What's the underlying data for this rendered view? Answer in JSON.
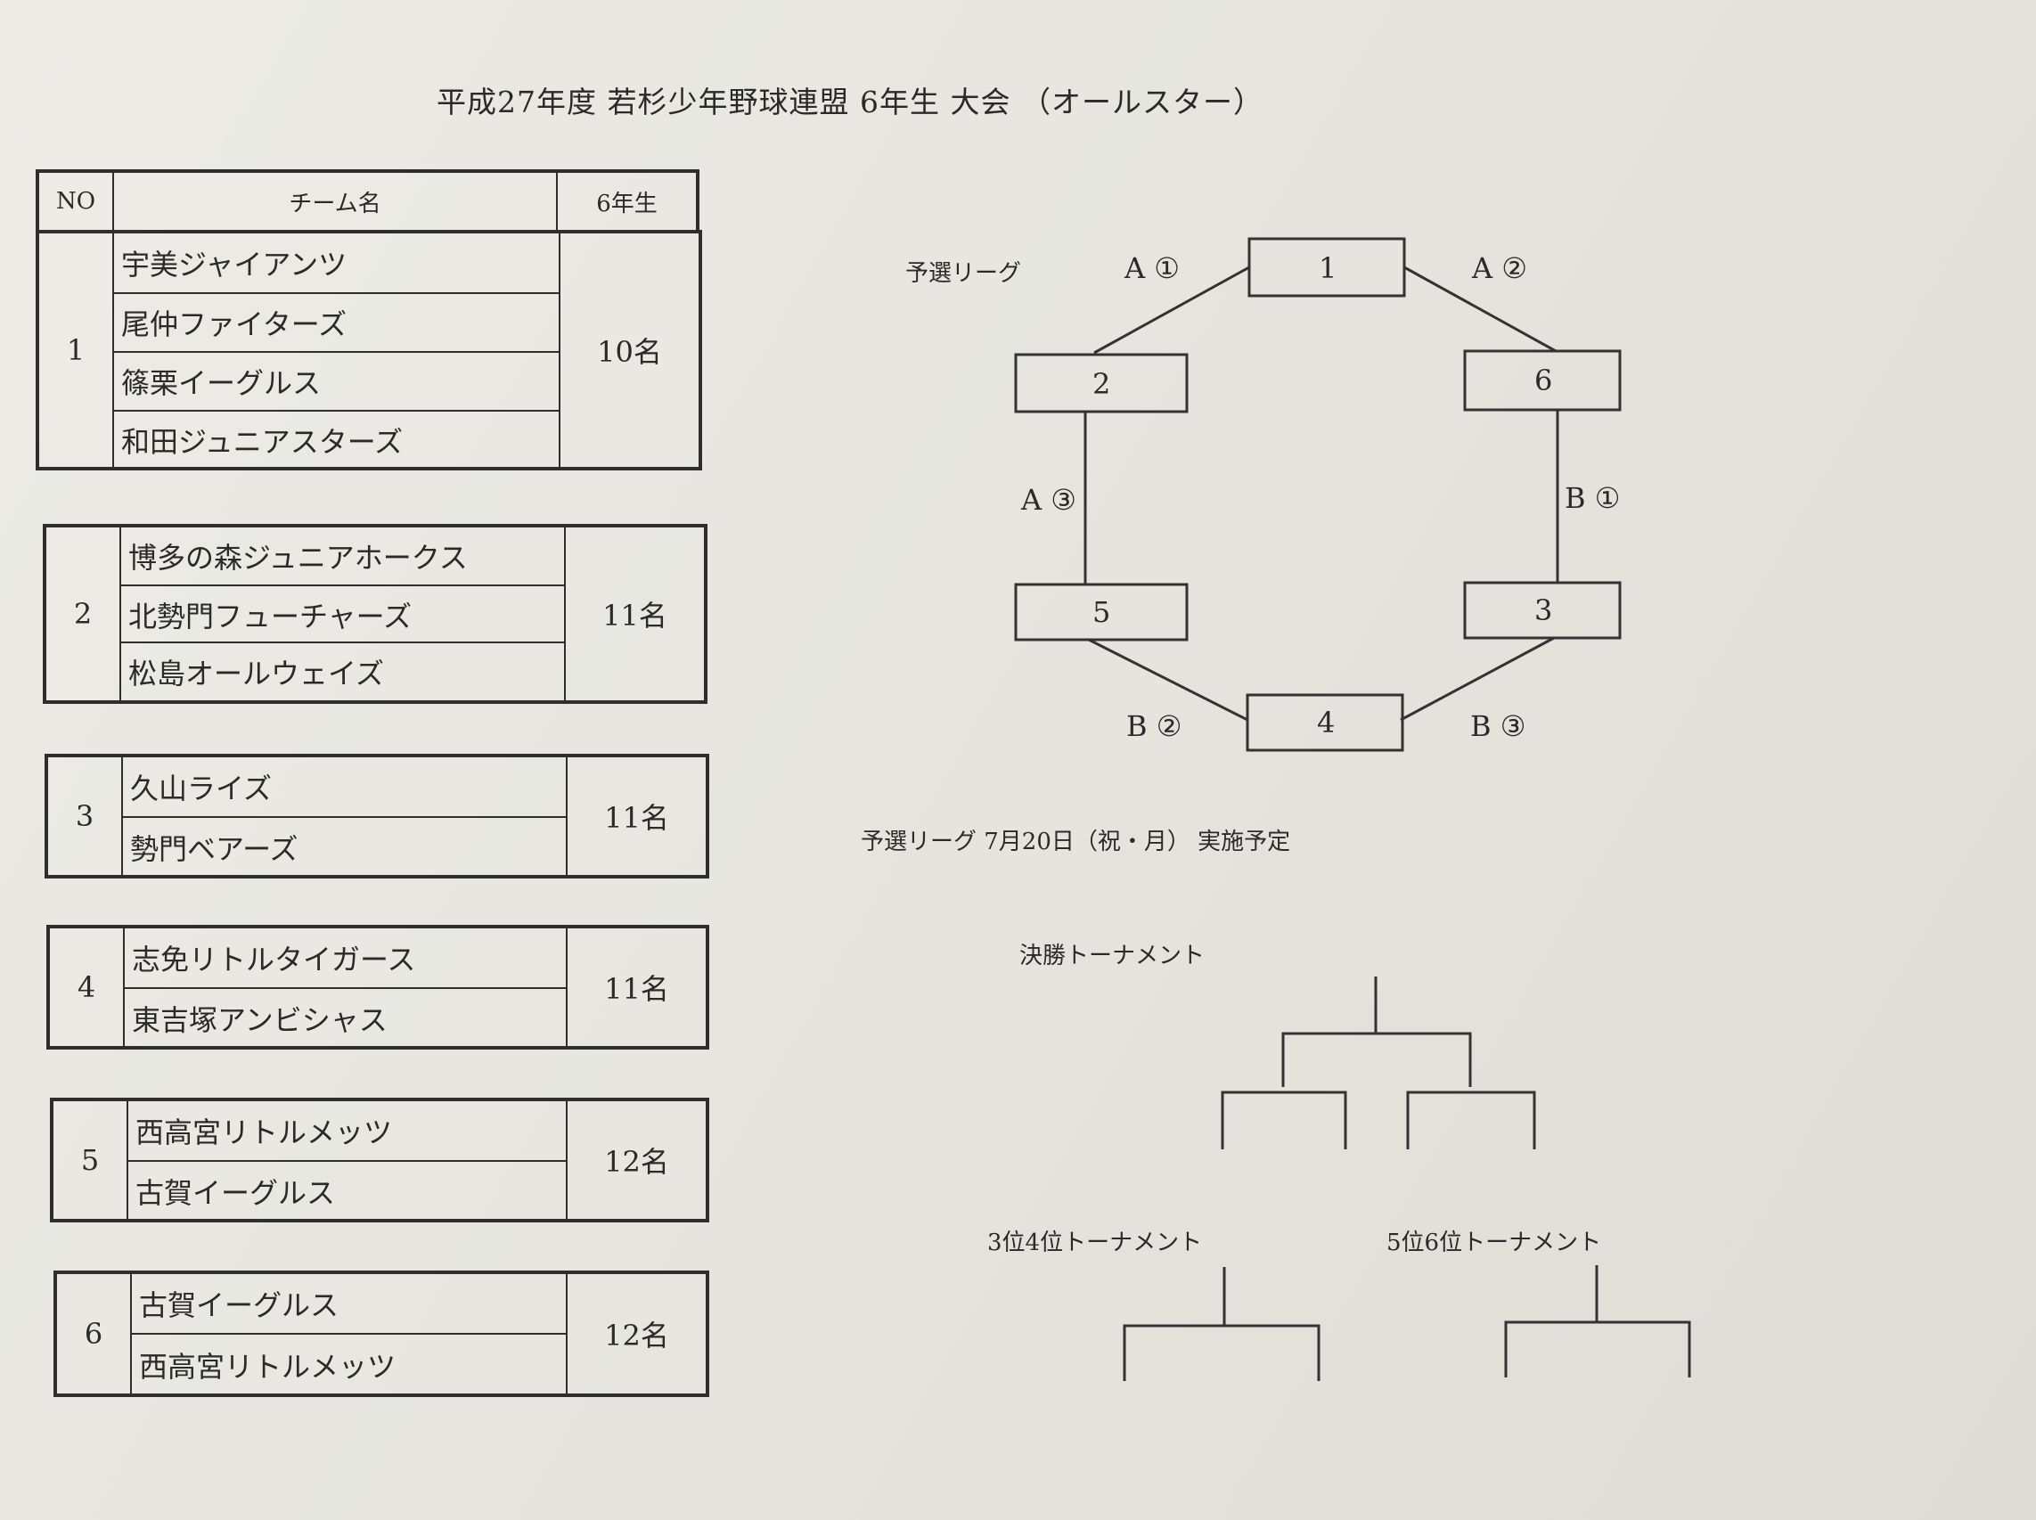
{
  "title": "平成27年度  若杉少年野球連盟  6年生  大会 （オールスター）",
  "table": {
    "header": {
      "no": "NO",
      "team": "チーム名",
      "count": "6年生"
    },
    "groups": [
      {
        "no": "1",
        "count": "10名",
        "teams": [
          "宇美ジャイアンツ",
          "尾仲ファイターズ",
          "篠栗イーグルス",
          "和田ジュニアスターズ"
        ]
      },
      {
        "no": "2",
        "count": "11名",
        "teams": [
          "博多の森ジュニアホークス",
          "北勢門フューチャーズ",
          "松島オールウェイズ"
        ]
      },
      {
        "no": "3",
        "count": "11名",
        "teams": [
          "久山ライズ",
          "勢門ベアーズ"
        ]
      },
      {
        "no": "4",
        "count": "11名",
        "teams": [
          "志免リトルタイガース",
          "東吉塚アンビシャス"
        ]
      },
      {
        "no": "5",
        "count": "12名",
        "teams": [
          "西高宮リトルメッツ",
          "古賀イーグルス"
        ]
      },
      {
        "no": "6",
        "count": "12名",
        "teams": [
          "古賀イーグルス",
          "西高宮リトルメッツ"
        ]
      }
    ]
  },
  "league": {
    "label": "予選リーグ",
    "boxes": [
      "1",
      "2",
      "6",
      "5",
      "3",
      "4"
    ],
    "edges": [
      "A ①",
      "A ②",
      "A ③",
      "B ①",
      "B ②",
      "B ③"
    ],
    "schedule": "予選リーグ  7月20日（祝・月）  実施予定"
  },
  "tournaments": {
    "final": "決勝トーナメント",
    "third_fourth": "3位4位トーナメント",
    "fifth_sixth": "5位6位トーナメント"
  }
}
